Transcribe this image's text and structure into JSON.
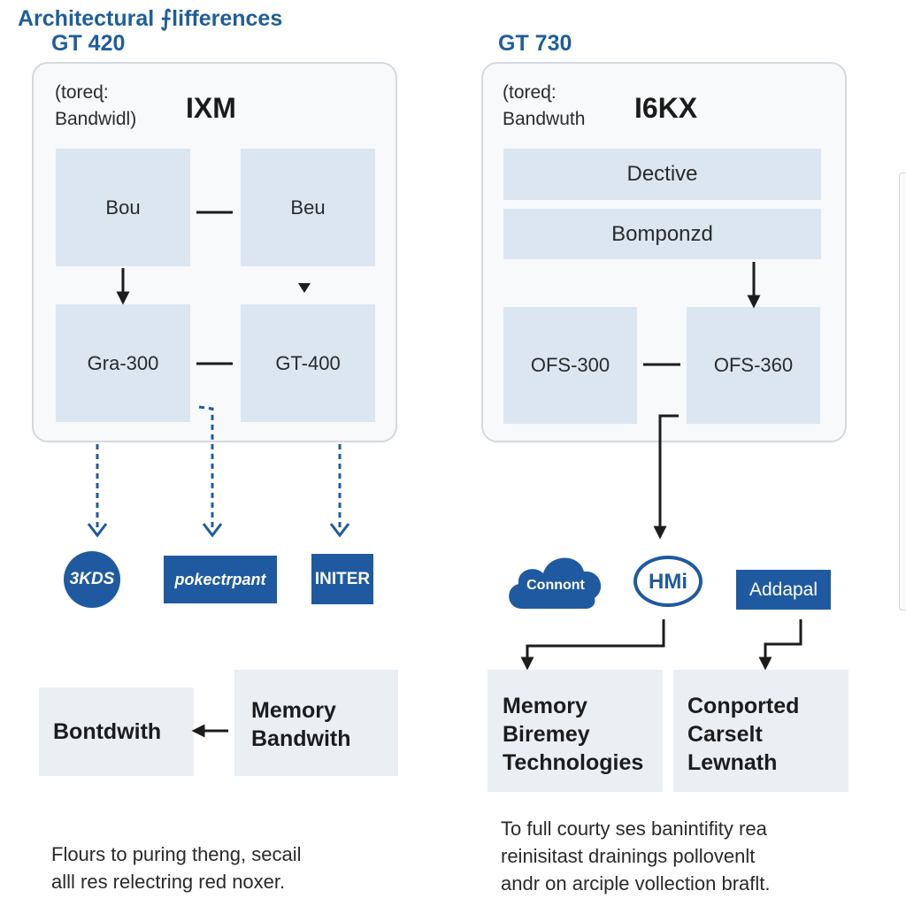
{
  "title": "Architectural ⨍lifferences",
  "left": {
    "title": "GT 420",
    "header_line1": "(toreɖ:",
    "header_line2": "Bandwidl)",
    "header_big": "IXM",
    "boxes": [
      "Bou",
      "Beu",
      "Gra-300",
      "GT-400"
    ],
    "logos": [
      "3KDS",
      "pokectrpant",
      "INITER"
    ],
    "bottom_left": "Bontdwith",
    "bottom_right_lines": [
      "Memory",
      "Bandwith"
    ],
    "caption_lines": [
      "Flours to puring theng, secail",
      "alll res relectring red noxer."
    ]
  },
  "right": {
    "title": "GT 730",
    "header_line1": "(toreɖ:",
    "header_line2": "Bandwuth",
    "header_big": "I6KX",
    "wide_boxes": [
      "Dective",
      "Bomponzd"
    ],
    "boxes": [
      "OFS-300",
      "OFS-360"
    ],
    "logos": [
      "Connont",
      "HMi",
      "Addapal"
    ],
    "bottom_left_lines": [
      "Memory",
      "Biremey",
      "Technologies"
    ],
    "bottom_right_lines": [
      "Conported",
      "Carselt",
      "Lewnath"
    ],
    "caption_lines": [
      "To full courty ses banintifity rea",
      "reinisitast drainings pollovenlt",
      "andr on arciple vollection braflt."
    ]
  },
  "colors": {
    "accent": "#1f5e9a",
    "box_fill": "#dbe6f0",
    "logo_blue": "#1f5aa0"
  }
}
